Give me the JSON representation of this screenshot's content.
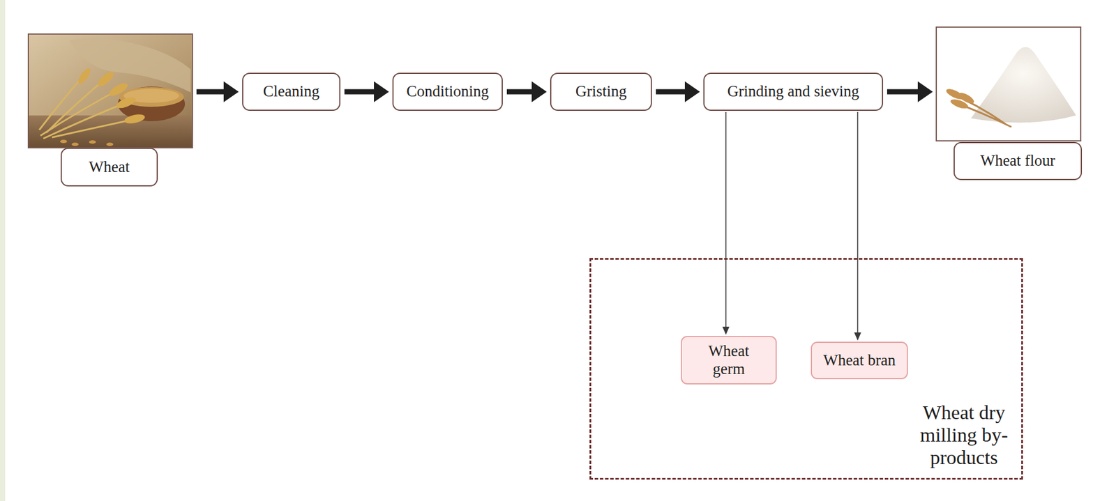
{
  "diagram": {
    "nodes": [
      {
        "text": [
          "Wheat"
        ]
      },
      {
        "text": [
          "Cleaning"
        ]
      },
      {
        "text": [
          "Conditioning"
        ]
      },
      {
        "text": [
          "Gristing"
        ]
      },
      {
        "text": [
          "Grinding and sieving"
        ]
      },
      {
        "text": [
          "Wheat flour"
        ]
      },
      {
        "text": [
          "Wheat dry milling by-products"
        ]
      },
      {
        "text": [
          "Wheat germ"
        ],
        "in": 6
      },
      {
        "text": [
          "Wheat bran"
        ],
        "in": 6
      }
    ],
    "edges": [
      {
        "from": 0,
        "to": 1,
        "arrow": "to"
      },
      {
        "from": 1,
        "to": 2,
        "arrow": "to"
      },
      {
        "from": 2,
        "to": 3,
        "arrow": "to"
      },
      {
        "from": 3,
        "to": 4,
        "arrow": "to"
      },
      {
        "from": 4,
        "to": 5,
        "arrow": "to"
      },
      {
        "from": 4,
        "to": 7,
        "arrow": "to"
      },
      {
        "from": 4,
        "to": 8,
        "arrow": "to"
      }
    ]
  }
}
